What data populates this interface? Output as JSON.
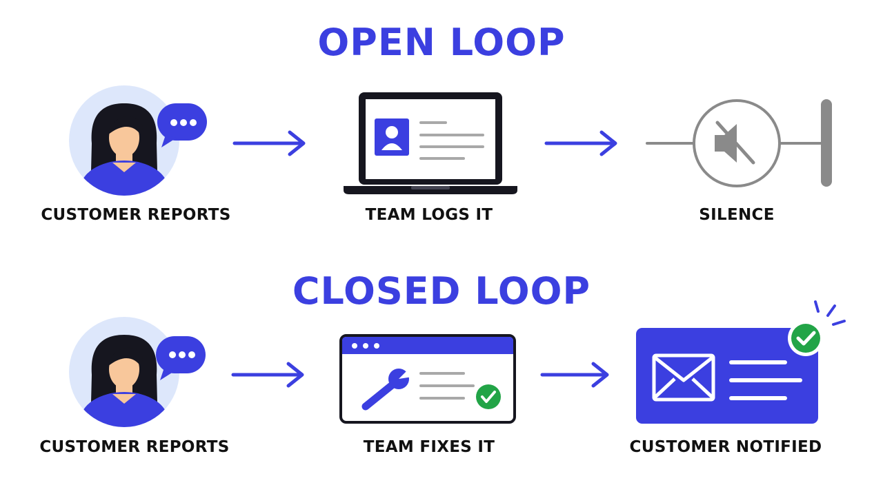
{
  "colors": {
    "accent": "#3b3fe0",
    "dark": "#16161f",
    "gray": "#8a8a8a",
    "green": "#22a447",
    "skin": "#f8c79b",
    "bubble_bg": "#dde7fb"
  },
  "open_loop": {
    "title": "OPEN LOOP",
    "steps": [
      {
        "label": "CUSTOMER REPORTS",
        "icon": "customer-avatar-icon"
      },
      {
        "label": "TEAM LOGS IT",
        "icon": "laptop-log-icon"
      },
      {
        "label": "SILENCE",
        "icon": "muted-speaker-icon"
      }
    ]
  },
  "closed_loop": {
    "title": "CLOSED LOOP",
    "steps": [
      {
        "label": "CUSTOMER REPORTS",
        "icon": "customer-avatar-icon"
      },
      {
        "label": "TEAM FIXES IT",
        "icon": "wrench-window-icon"
      },
      {
        "label": "CUSTOMER NOTIFIED",
        "icon": "email-notification-icon"
      }
    ]
  }
}
